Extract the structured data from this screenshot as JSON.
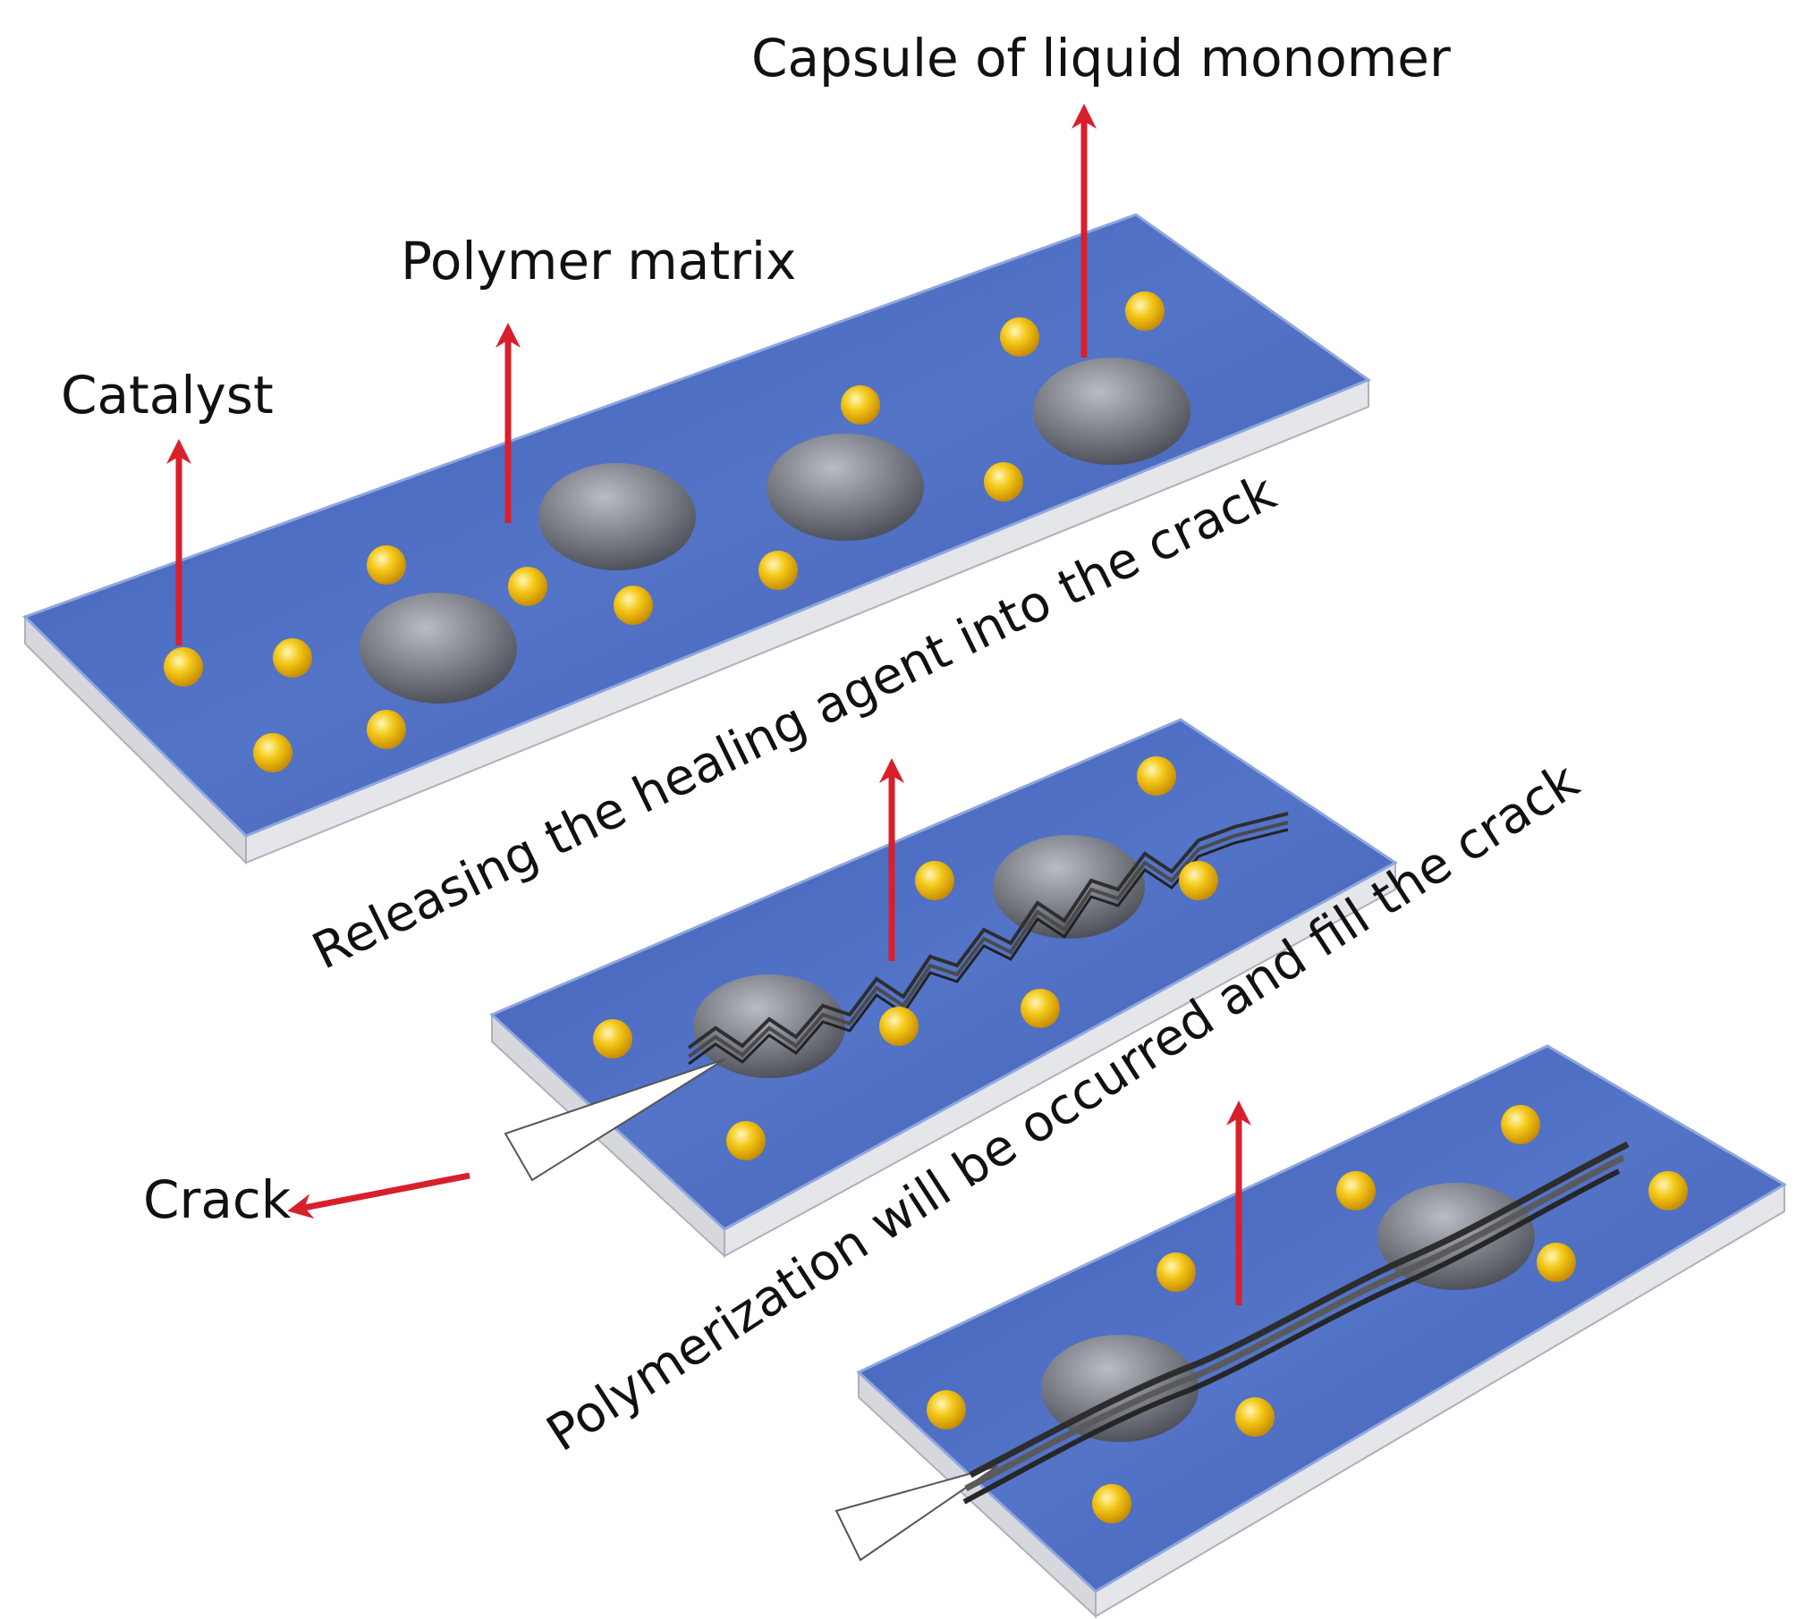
{
  "diagram": {
    "title": "",
    "labels": {
      "capsule": "Capsule of liquid monomer",
      "matrix": "Polymer matrix",
      "catalyst": "Catalyst",
      "crack": "Crack",
      "step_release": "Releasing the healing agent into the crack",
      "step_polymerize": "Polymerization will be occurred and fill the crack"
    },
    "panels": [
      {
        "name": "intact-panel",
        "capsules": 4,
        "catalyst_particles": 12,
        "crack": false
      },
      {
        "name": "cracked-panel",
        "capsules": 2,
        "catalyst_particles": 7,
        "crack": true
      },
      {
        "name": "healed-panel",
        "capsules": 2,
        "catalyst_particles": 8,
        "crack": true
      }
    ],
    "colors": {
      "matrix": "#4a6cc0",
      "matrix_edge": "#c9ccd3",
      "capsule": "#7d8088",
      "catalyst": "#f2c20f",
      "arrow": "#d8202c",
      "crack_line": "#333333"
    }
  }
}
